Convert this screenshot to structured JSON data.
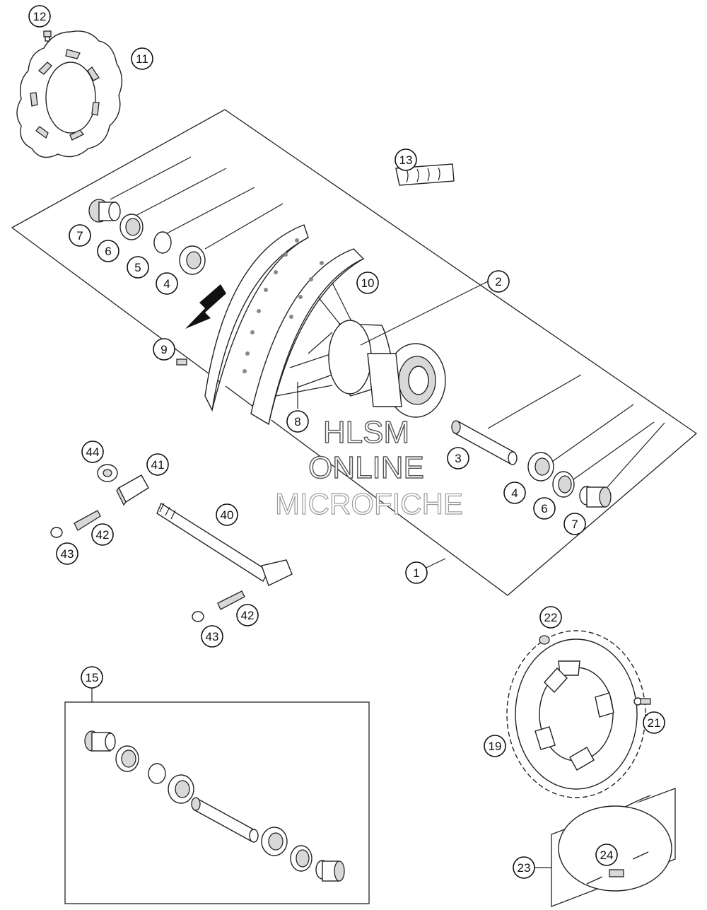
{
  "watermark": {
    "line1": "HLSM",
    "line2": "ONLINE",
    "line3": "MICROFICHE"
  },
  "callouts": {
    "c1": "1",
    "c2": "2",
    "c3": "3",
    "c4a": "4",
    "c4b": "4",
    "c5": "5",
    "c6a": "6",
    "c6b": "6",
    "c7a": "7",
    "c7b": "7",
    "c8": "8",
    "c9": "9",
    "c10": "10",
    "c11": "11",
    "c12": "12",
    "c13": "13",
    "c15": "15",
    "c19": "19",
    "c21": "21",
    "c22": "22",
    "c23": "23",
    "c24": "24",
    "c40": "40",
    "c41": "41",
    "c42a": "42",
    "c42b": "42",
    "c43a": "43",
    "c43b": "43",
    "c44": "44"
  },
  "colors": {
    "line": "#222222",
    "fill": "#ffffff",
    "shade": "#d8d8d8"
  }
}
